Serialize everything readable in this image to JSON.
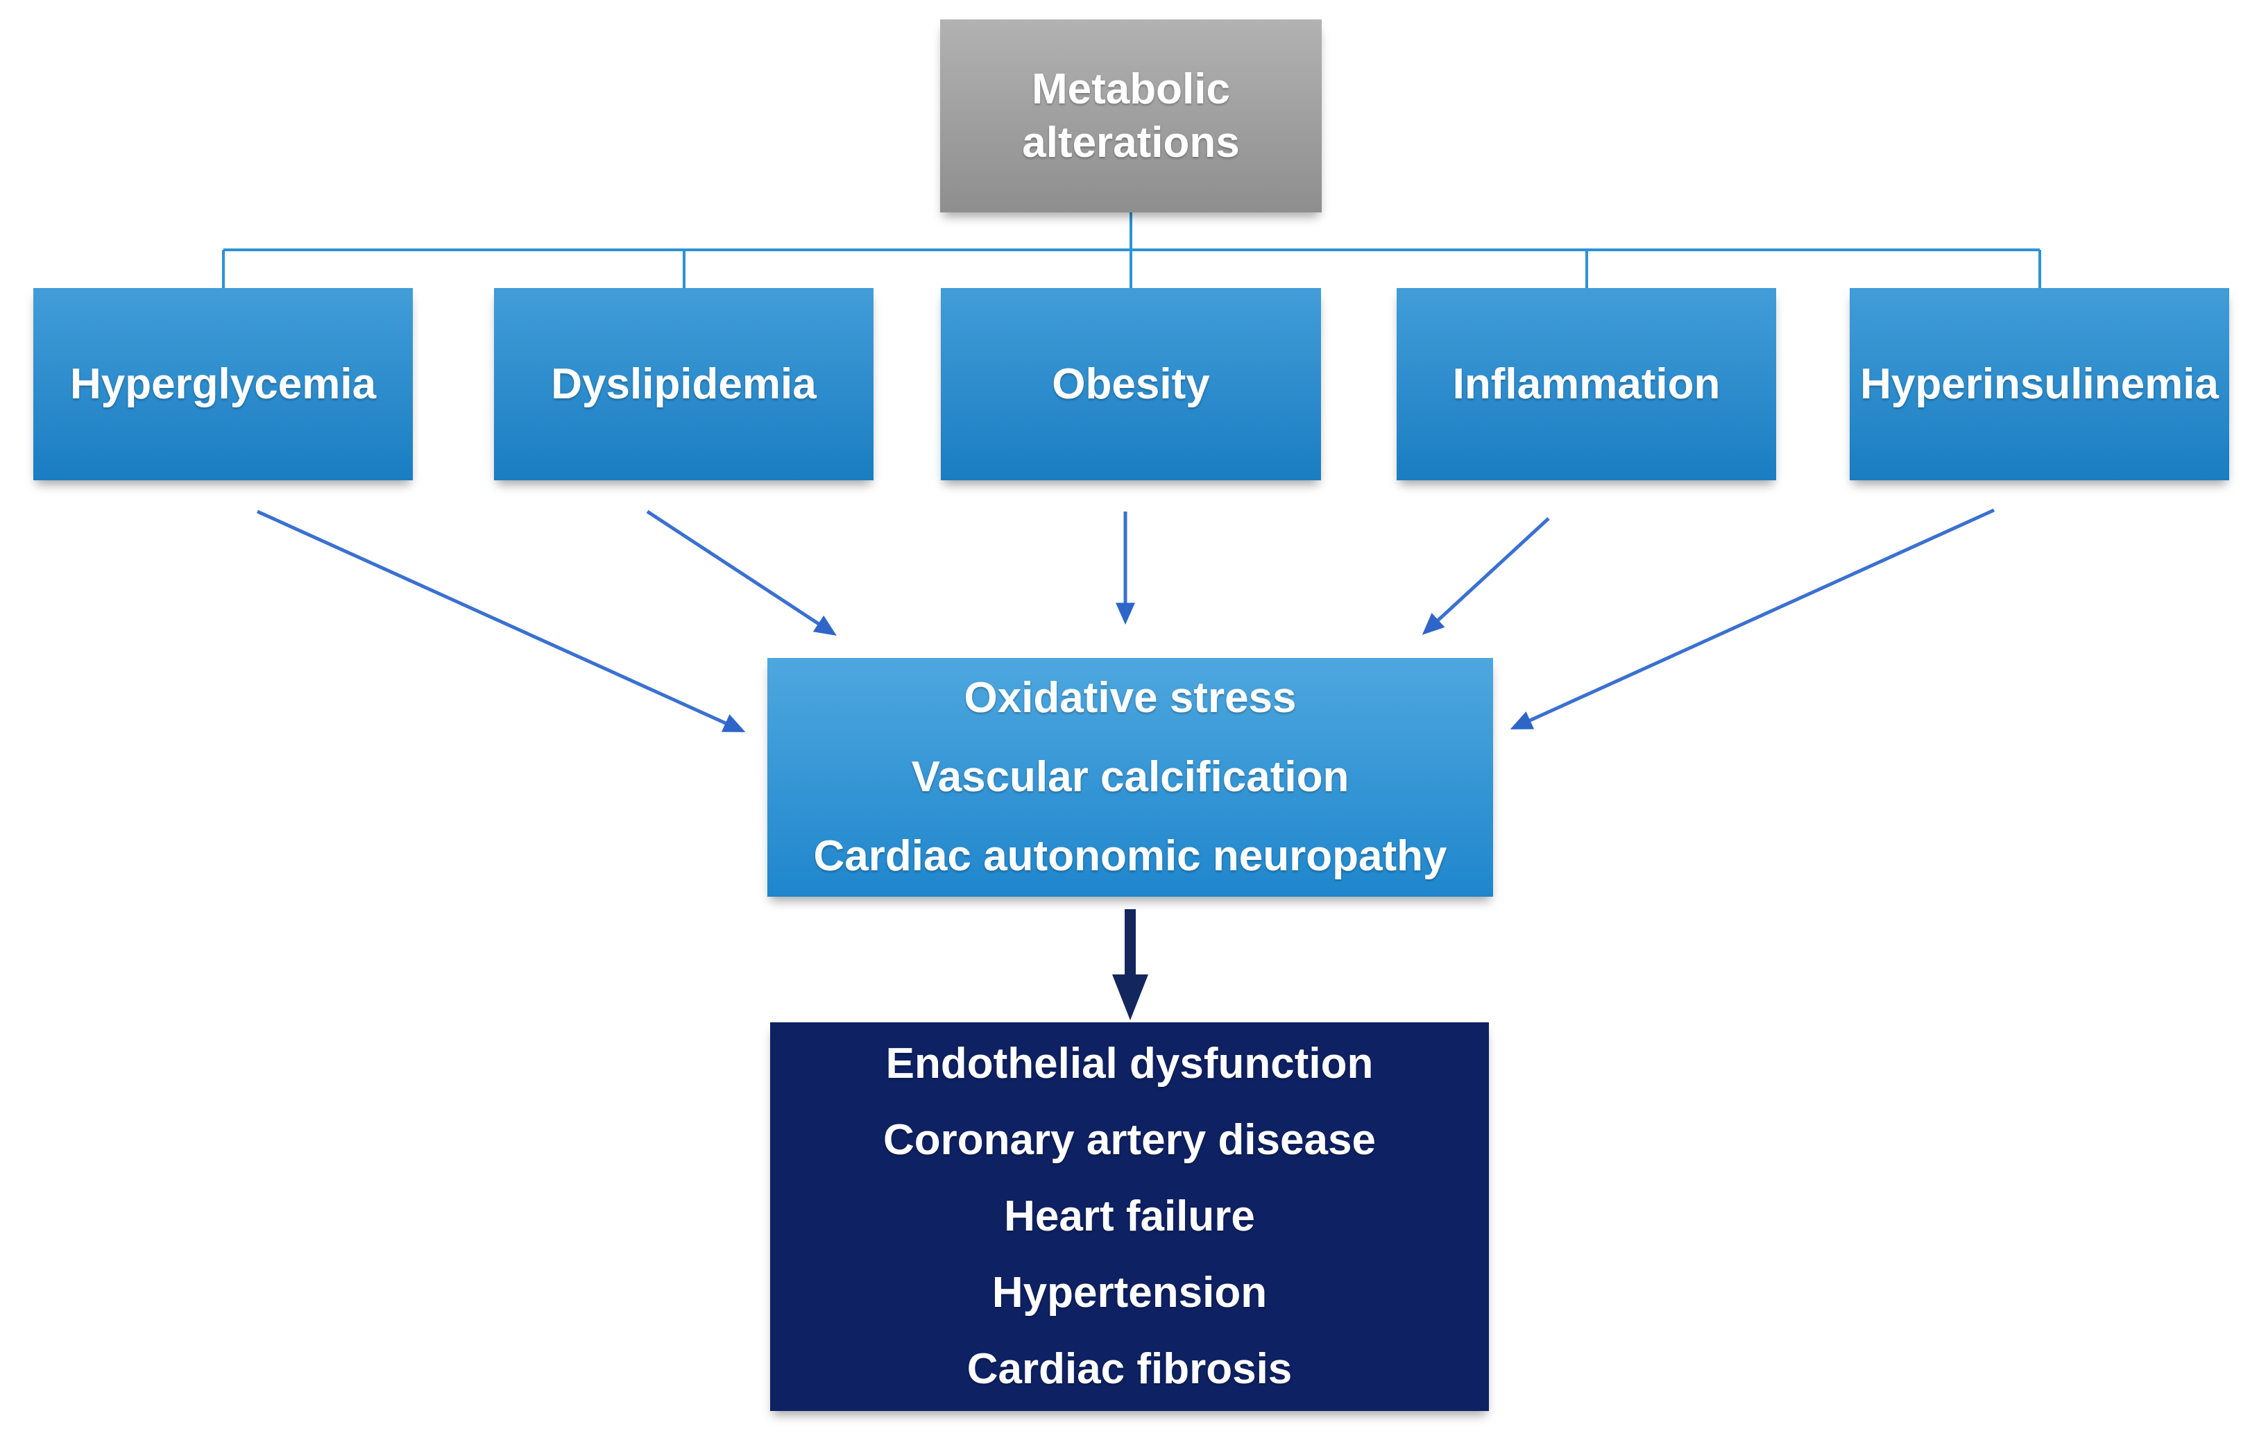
{
  "colors": {
    "box-blue-top": "#429dd8",
    "box-blue-bottom": "#1a7dc2",
    "mid-blue-top": "#4ea7df",
    "mid-blue-bottom": "#1f86cc",
    "gray-top": "#b2b2b2",
    "gray-bottom": "#8e8e8e",
    "navy": "#0e2163",
    "connector": "#2b93d6",
    "arrow": "#3a70d2",
    "arrowhead": "#2e65c9",
    "thick-arrow": "#13265e",
    "text": "#ffffff",
    "background": "#ffffff"
  },
  "diagram": {
    "root": {
      "label": "Metabolic alterations"
    },
    "factors": [
      {
        "id": "hyperglycemia",
        "label": "Hyperglycemia"
      },
      {
        "id": "dyslipidemia",
        "label": "Dyslipidemia"
      },
      {
        "id": "obesity",
        "label": "Obesity"
      },
      {
        "id": "inflammation",
        "label": "Inflammation"
      },
      {
        "id": "hyperinsulinemia",
        "label": "Hyperinsulinemia"
      }
    ],
    "hub": {
      "lines": [
        "Oxidative stress",
        "Vascular calcification",
        "Cardiac autonomic neuropathy"
      ]
    },
    "outcomes": {
      "lines": [
        "Endothelial dysfunction",
        "Coronary artery disease",
        "Heart failure",
        "Hypertension",
        "Cardiac fibrosis"
      ]
    }
  }
}
